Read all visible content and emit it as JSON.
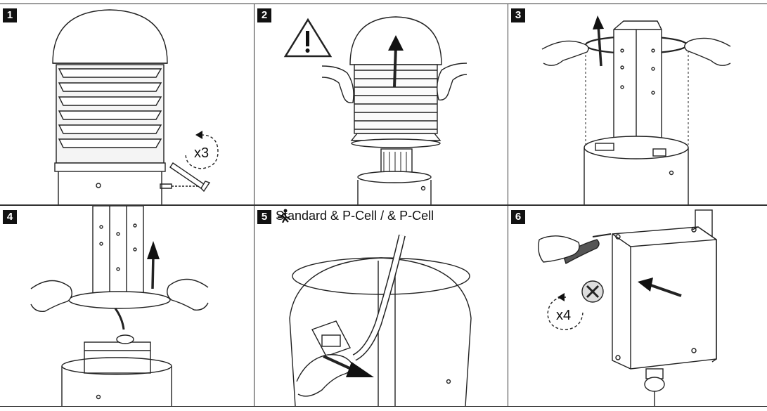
{
  "steps": [
    {
      "number": "1",
      "count_label": "x3"
    },
    {
      "number": "2"
    },
    {
      "number": "3"
    },
    {
      "number": "4"
    },
    {
      "number": "5",
      "caption_left": "Standard & P-Cell /",
      "caption_right": "& P-Cell"
    },
    {
      "number": "6",
      "count_label": "x4"
    }
  ]
}
